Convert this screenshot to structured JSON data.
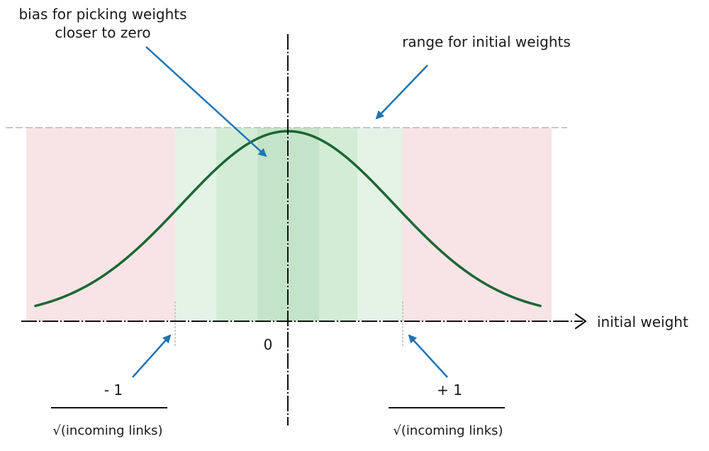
{
  "diagram": {
    "annotations": {
      "bias_line1": "bias for picking weights",
      "bias_line2": "closer to zero",
      "range": "range for initial weights"
    },
    "axis": {
      "x_label": "initial weight",
      "origin_label": "0",
      "left_bound_numerator": "- 1",
      "left_bound_denominator": "√(incoming links)",
      "right_bound_numerator": "+ 1",
      "right_bound_denominator": "√(incoming links)"
    },
    "colors": {
      "outer_region": "#f8e4e6",
      "band_light": "#e4f3e6",
      "band_mid": "#d2ecd6",
      "band_dark": "#c3e4c9",
      "curve": "#1c6633",
      "arrow": "#1f73b3",
      "axis": "#111111",
      "dashed_top": "#c8c8c8"
    }
  }
}
